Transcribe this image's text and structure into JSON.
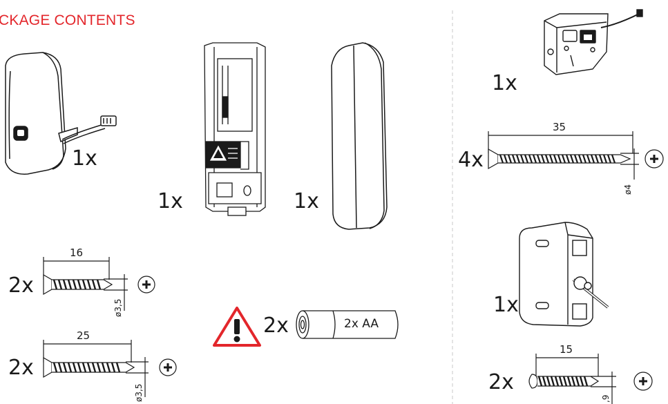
{
  "section_title": "CKAGE CONTENTS",
  "items": {
    "reader_unit": {
      "quantity": "1x"
    },
    "mounting_bracket": {
      "quantity": "1x"
    },
    "cover": {
      "quantity": "1x"
    },
    "lock_body": {
      "quantity": "1x"
    },
    "screw_35": {
      "quantity": "4x",
      "length": "35",
      "diameter": "ø4"
    },
    "strike_plate": {
      "quantity": "1x"
    },
    "screw_15": {
      "quantity": "2x",
      "length": "15",
      "diameter": ",9"
    },
    "screw_16": {
      "quantity": "2x",
      "length": "16",
      "diameter": "ø3,5"
    },
    "screw_25": {
      "quantity": "2x",
      "length": "25",
      "diameter": "ø3,5"
    },
    "batteries": {
      "quantity": "2x",
      "label": "2x AA"
    }
  },
  "colors": {
    "warning_red": "#e3262b",
    "title_red": "#e3262b",
    "line": "#1a1a1a",
    "divider": "#c8c8c8"
  }
}
